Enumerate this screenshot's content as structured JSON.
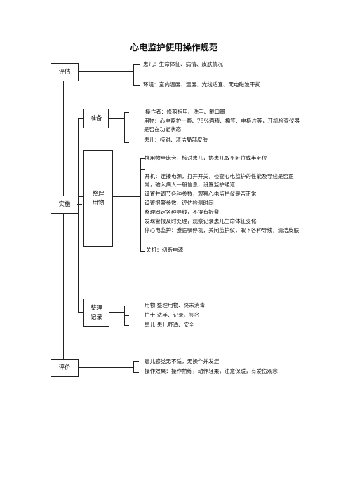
{
  "title": "心电监护使用操作规范",
  "nodes": {
    "evaluate": "评估",
    "implement": "实施",
    "prepare": "准备",
    "organize_items": "整理\n用物",
    "organize_record": "整理\n记录",
    "assess": "评价"
  },
  "evaluate_items": [
    "患儿：生命体征、病情、皮肤情况",
    "环境：室内温度、湿度、光线适宜、无电磁波干扰"
  ],
  "prepare_items": [
    "操作者：修剪指甲、洗手、戴口罩",
    "用物：心电监护一套、75%酒精、棉签、电极片等，开机检查仪器是否在功能状态",
    "患儿：核对、清洁局部皮肤"
  ],
  "organize_items": [
    "携用物至床旁，核对患儿，协患儿取平卧位或半卧位",
    "开机：连接电源，打开开关，检查心电监护的性能及导线是否正常，输入病人一般信息，设置监护通道",
    "设置并调节各种参数，观察心电监护仪是否正常",
    "设置报警参数，评估检测时间",
    "整理固定各种导线，不得有折叠",
    "发现警报及时处理，观察记录患儿生命体征变化",
    "停心电监护：遵医嘱停机，关闭监护仪，取下各种导线，清洁皮肤",
    "关机：切断电源"
  ],
  "record_items": [
    "用物:整理用物、终末消毒",
    "护士:洗手、记录、签名",
    "患儿:患儿舒适、安全"
  ],
  "assess_items": [
    "患儿感觉无不适，无操作并发症",
    "操作效果：操作熟练，动作轻柔，注意保暖，有爱伤观念"
  ]
}
